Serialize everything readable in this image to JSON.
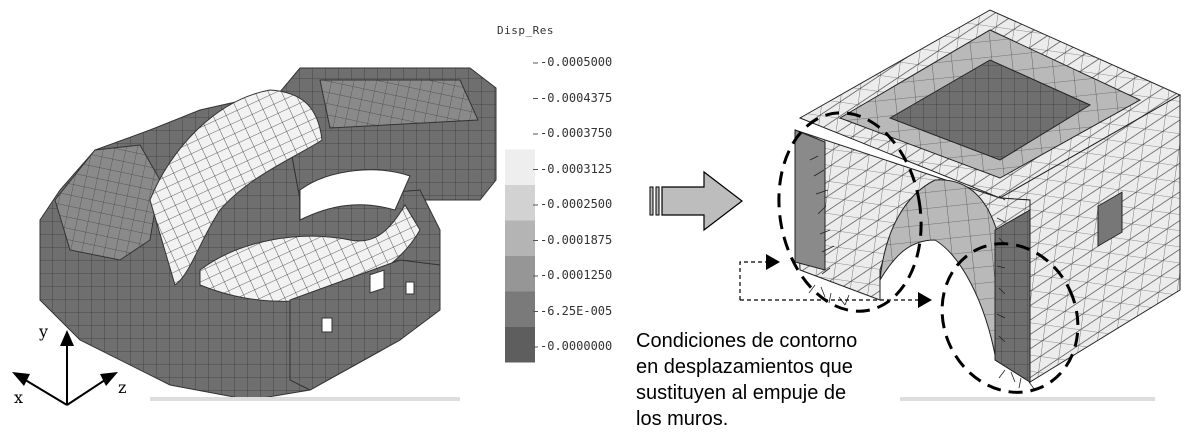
{
  "legend": {
    "title": "Disp_Res",
    "values": [
      "-0.0005000",
      "-0.0004375",
      "-0.0003750",
      "-0.0003125",
      "-0.0002500",
      "-0.0001875",
      "-0.0001250",
      "-6.25E-005",
      "-0.0000000"
    ],
    "colors": [
      "#ffffff",
      "#ffffff",
      "#ffffff",
      "#eeeeee",
      "#d2d2d2",
      "#b4b4b4",
      "#969696",
      "#7a7a7a",
      "#5e5e5e"
    ]
  },
  "axes": {
    "y": "y",
    "x": "x",
    "z": "z"
  },
  "caption": {
    "lines": [
      "Condiciones de contorno",
      "en desplazamientos que",
      "sustituyen al empuje de",
      "los muros."
    ]
  },
  "colors": {
    "mesh_dark": "#6e6e6e",
    "mesh_mid": "#9a9a9a",
    "mesh_light": "#ececec",
    "arrow_fill": "#bdbdbd"
  }
}
